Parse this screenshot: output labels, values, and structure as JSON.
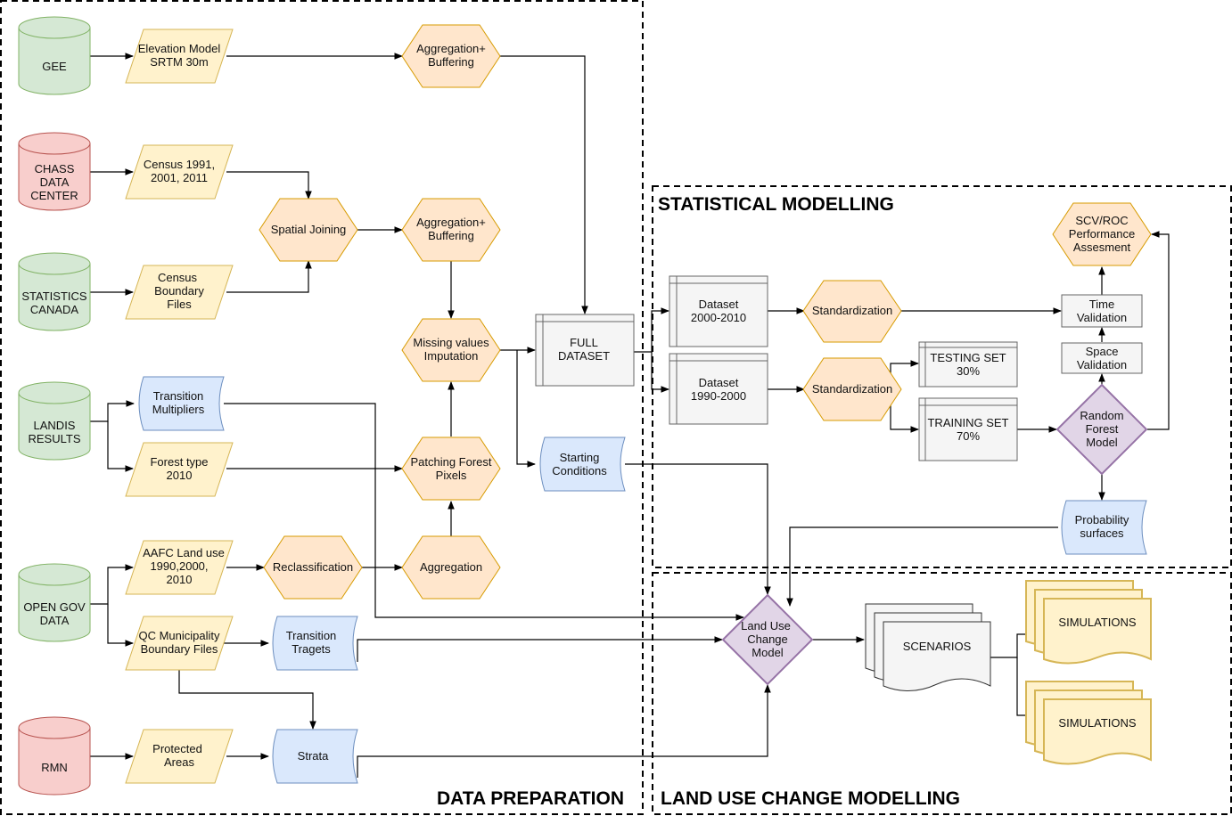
{
  "sections": {
    "data_preparation": "DATA PREPARATION",
    "statistical_modelling": "STATISTICAL MODELLING",
    "land_use_change_modelling": "LAND USE CHANGE MODELLING"
  },
  "sources": {
    "gee": [
      "GEE"
    ],
    "chass": [
      "CHASS",
      "DATA",
      "CENTER"
    ],
    "statcan": [
      "STATISTICS",
      "CANADA"
    ],
    "landis": [
      "LANDIS",
      "RESULTS"
    ],
    "opengov": [
      "OPEN GOV",
      "DATA"
    ],
    "rmn": [
      "RMN"
    ]
  },
  "inputs": {
    "elevation": [
      "Elevation Model",
      "SRTM 30m"
    ],
    "census": [
      "Census 1991,",
      "2001, 2011"
    ],
    "boundary": [
      "Census",
      "Boundary",
      "Files"
    ],
    "forest_type": [
      "Forest type",
      "2010"
    ],
    "aafc": [
      "AAFC Land use",
      "1990,2000,",
      "2010"
    ],
    "qc_muni": [
      "QC Municipality",
      "Boundary Files"
    ],
    "protected": [
      "Protected",
      "Areas"
    ]
  },
  "processes": {
    "agg_buf_1": [
      "Aggregation+",
      "Buffering"
    ],
    "spatial_join": [
      "Spatial Joining"
    ],
    "agg_buf_2": [
      "Aggregation+",
      "Buffering"
    ],
    "missing": [
      "Missing values",
      "Imputation"
    ],
    "patching": [
      "Patching Forest",
      "Pixels"
    ],
    "reclass": [
      "Reclassification"
    ],
    "aggregation": [
      "Aggregation"
    ],
    "std_1": [
      "Standardization"
    ],
    "std_2": [
      "Standardization"
    ],
    "scv_roc": [
      "SCV/ROC",
      "Performance",
      "Assesment"
    ]
  },
  "stored": {
    "transition_mult": [
      "Transition",
      "Multipliers"
    ],
    "starting": [
      "Starting",
      "Conditions"
    ],
    "transition_targets": [
      "Transition",
      "Tragets"
    ],
    "strata": [
      "Strata"
    ],
    "probability": [
      "Probability",
      "surfaces"
    ]
  },
  "tables": {
    "full_dataset": [
      "FULL",
      "DATASET"
    ],
    "dataset_2000": [
      "Dataset",
      "2000-2010"
    ],
    "dataset_1990": [
      "Dataset",
      "1990-2000"
    ],
    "testing": [
      "TESTING SET",
      "30%"
    ],
    "training": [
      "TRAINING SET",
      "70%"
    ]
  },
  "boxes": {
    "time_val": [
      "Time",
      "Validation"
    ],
    "space_val": [
      "Space",
      "Validation"
    ]
  },
  "decisions": {
    "random_forest": [
      "Random",
      "Forest",
      "Model"
    ],
    "luc_model": [
      "Land Use",
      "Change",
      "Model"
    ]
  },
  "documents": {
    "scenarios": [
      "SCENARIOS"
    ],
    "simulations_1": [
      "SIMULATIONS"
    ],
    "simulations_2": [
      "SIMULATIONS"
    ]
  },
  "colors": {
    "green_fill": "#d5e8d4",
    "green_stroke": "#82b366",
    "red_fill": "#f8cecc",
    "red_stroke": "#b85450",
    "yellow_fill": "#fff2cc",
    "yellow_stroke": "#d6b656",
    "orange_fill": "#ffe6cc",
    "orange_stroke": "#d79b00",
    "blue_fill": "#dae8fc",
    "blue_stroke": "#6c8ebf",
    "gray_fill": "#f5f5f5",
    "gray_stroke": "#666666",
    "purple_fill": "#e1d5e7",
    "purple_stroke": "#9673a6"
  }
}
